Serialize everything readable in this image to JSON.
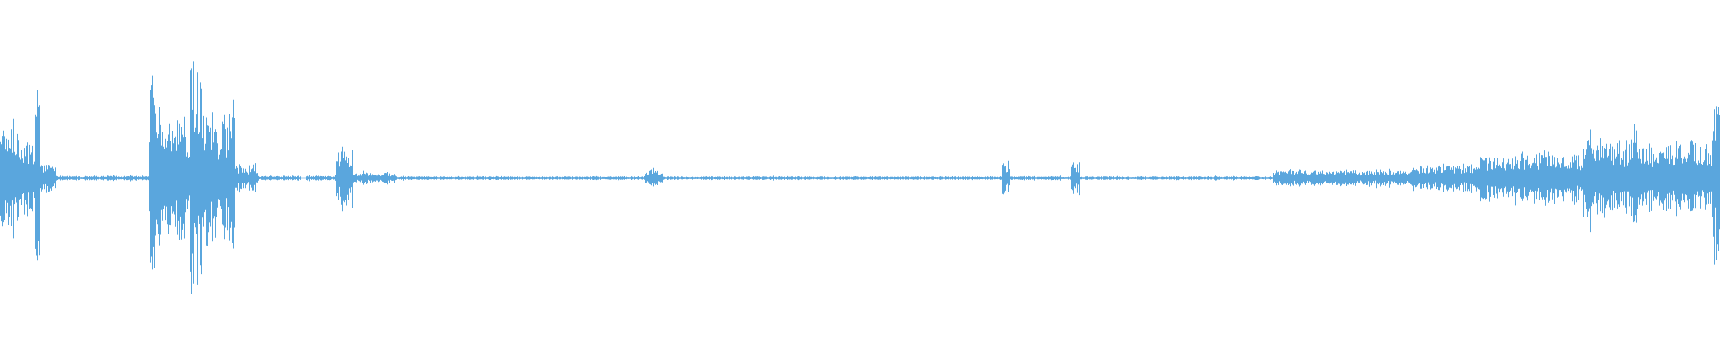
{
  "waveform": {
    "color": "#5aa6dd",
    "background": "#ffffff",
    "amplitude_scale": "linear",
    "segments": [
      {
        "from": 0.0,
        "to": 0.008,
        "level": 0.55
      },
      {
        "from": 0.008,
        "to": 0.02,
        "level": 0.38
      },
      {
        "from": 0.02,
        "to": 0.023,
        "level": 0.9
      },
      {
        "from": 0.023,
        "to": 0.032,
        "level": 0.14
      },
      {
        "from": 0.032,
        "to": 0.086,
        "level": 0.02
      },
      {
        "from": 0.086,
        "to": 0.09,
        "level": 0.92
      },
      {
        "from": 0.09,
        "to": 0.11,
        "level": 0.55
      },
      {
        "from": 0.11,
        "to": 0.118,
        "level": 0.95
      },
      {
        "from": 0.118,
        "to": 0.136,
        "level": 0.55
      },
      {
        "from": 0.136,
        "to": 0.15,
        "level": 0.12
      },
      {
        "from": 0.15,
        "to": 0.175,
        "level": 0.02
      },
      {
        "from": 0.175,
        "to": 0.178,
        "level": 0.0
      },
      {
        "from": 0.178,
        "to": 0.195,
        "level": 0.02
      },
      {
        "from": 0.195,
        "to": 0.205,
        "level": 0.24
      },
      {
        "from": 0.205,
        "to": 0.23,
        "level": 0.05
      },
      {
        "from": 0.23,
        "to": 0.375,
        "level": 0.015
      },
      {
        "from": 0.375,
        "to": 0.385,
        "level": 0.08
      },
      {
        "from": 0.385,
        "to": 0.582,
        "level": 0.015
      },
      {
        "from": 0.582,
        "to": 0.587,
        "level": 0.15
      },
      {
        "from": 0.587,
        "to": 0.622,
        "level": 0.015
      },
      {
        "from": 0.622,
        "to": 0.628,
        "level": 0.17
      },
      {
        "from": 0.628,
        "to": 0.74,
        "level": 0.015
      },
      {
        "from": 0.74,
        "to": 0.82,
        "level": 0.07
      },
      {
        "from": 0.82,
        "to": 0.86,
        "level": 0.12
      },
      {
        "from": 0.86,
        "to": 0.92,
        "level": 0.22
      },
      {
        "from": 0.92,
        "to": 0.96,
        "level": 0.34
      },
      {
        "from": 0.96,
        "to": 0.995,
        "level": 0.3
      },
      {
        "from": 0.995,
        "to": 1.0,
        "level": 0.7
      }
    ]
  }
}
